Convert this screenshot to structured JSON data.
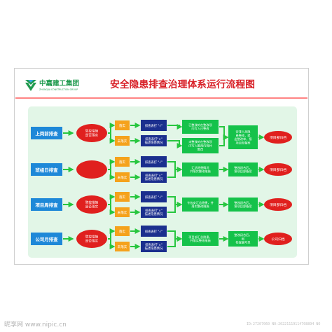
{
  "header": {
    "company_cn": "中嘉建工集团",
    "company_en": "ZHONGJIA CONSTRUCTION GROUP",
    "title": "安全隐患排查治理体系运行流程图"
  },
  "rows": [
    {
      "label": "上岗前排查",
      "manage": [
        "管控措施",
        "是否落实"
      ],
      "yes": "落实",
      "no": "未落实",
      "form_yes": "排查表打 \"√\"",
      "form_no": [
        "排查表打\"×\"",
        "描述隐患情况"
      ]
    },
    {
      "label": "班组日排查",
      "yes": "落实",
      "no": "未落实",
      "form_yes": "排查表打 \"√\"",
      "form_no": [
        "排查表打\"×\"",
        "描述隐患情况"
      ]
    },
    {
      "label": "项目周排查",
      "manage": [
        "管控措施",
        "是否落实"
      ],
      "yes": "落实",
      "no": "未落实",
      "form_yes": "排查表打 \"√\"",
      "form_no": [
        "排查表打\"×\"",
        "描述隐患情况"
      ]
    },
    {
      "label": "公司月排查",
      "manage": [
        "管控措施",
        "是否落实"
      ],
      "yes": "落实",
      "no": "未落实",
      "form_yes": "排查表打 \"√\"",
      "form_no": [
        "排查表打\"×\"",
        "描述隐患情况"
      ]
    }
  ],
  "process": [
    [
      "已整改的在整改项",
      "内写入已整改"
    ],
    [
      "未整改的在整改项",
      "内写入整改内容并",
      "整改"
    ],
    [
      "汇总隐患情况",
      "并落实整改措施"
    ],
    [
      "专各安汇总隐患，并",
      "落实整改措施"
    ],
    [
      "项目部汇总隐患，",
      "并落实整改措施"
    ]
  ],
  "action": [
    [
      "安排人员隐",
      "患整改，提",
      "出整改单，报",
      "项目部备案"
    ],
    [
      "整改闭合后，",
      "报项目部备案"
    ],
    [
      "整改闭合后，",
      "报项目部备案"
    ],
    [
      "整改闭合后，",
      "报",
      "检查编号单"
    ]
  ],
  "archive": [
    "项目部归档",
    "项目部归档",
    "项目部归档",
    "公司归档"
  ],
  "watermark": "昵享网 www.nipic.cn",
  "watermark_id": "ID:27207060 NO:20221119114708894 NO",
  "colors": {
    "blue": "#1e88d8",
    "orange": "#f5a21c",
    "navy": "#1b2f8e",
    "green": "#15c24a",
    "red": "#e0201e",
    "arrow": "#27c63f",
    "header_green": "#1f9a4e",
    "title_red": "#d81f26",
    "panel": "#e2f6e7"
  }
}
